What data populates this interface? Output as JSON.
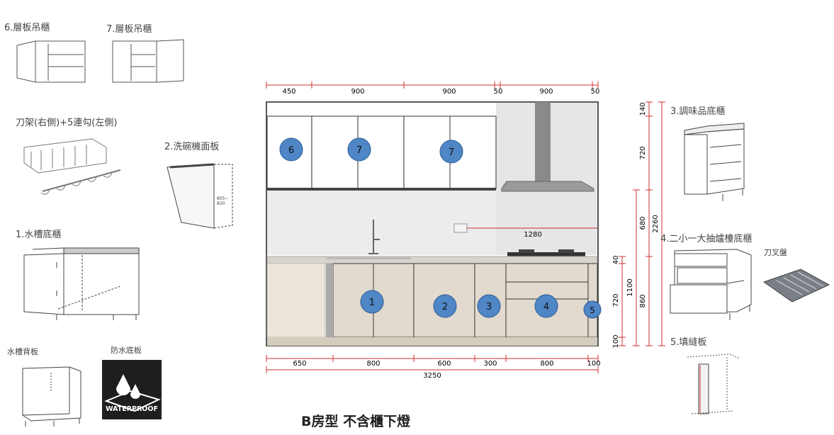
{
  "title": "B房型 不含櫃下燈",
  "items": {
    "shelf_wall_6": "6.層板吊櫃",
    "shelf_wall_7": "7.層板吊櫃",
    "knife_rack": "刀架(右側)+5連勾(左側)",
    "dishwasher_panel": "2.洗碗機面板",
    "sink_base": "1.水槽底櫃",
    "sink_backboard": "水槽背板",
    "waterproof_board": "防水底板",
    "waterproof_badge": "WATERPROOF",
    "spice_base": "3.調味品底櫃",
    "drawer_base": "4.二小一大抽爐檯底櫃",
    "cutlery_tray": "刀叉盤",
    "filler": "5.填縫板"
  },
  "dishwasher_dims": {
    "a": "805~",
    "b": "820"
  },
  "dims_top": [
    "450",
    "900",
    "900",
    "50",
    "900",
    "50"
  ],
  "dims_bottom": [
    "650",
    "800",
    "600",
    "300",
    "800",
    "100"
  ],
  "dims_total": "3250",
  "dims_outlet": "1280",
  "dims_right_inner": [
    "140",
    "720",
    "680",
    "40",
    "720",
    "100"
  ],
  "dims_right_mid": [
    "1100",
    "860"
  ],
  "dims_right_outer": "2260",
  "markers_upper": [
    "6",
    "7",
    "7"
  ],
  "markers_lower": [
    "1",
    "2",
    "3",
    "4",
    "5"
  ],
  "colors": {
    "marker": "#4f86c6",
    "dim_line": "#d32f2f",
    "counter": "#e6e0d4",
    "cabinet": "#e2dace"
  }
}
